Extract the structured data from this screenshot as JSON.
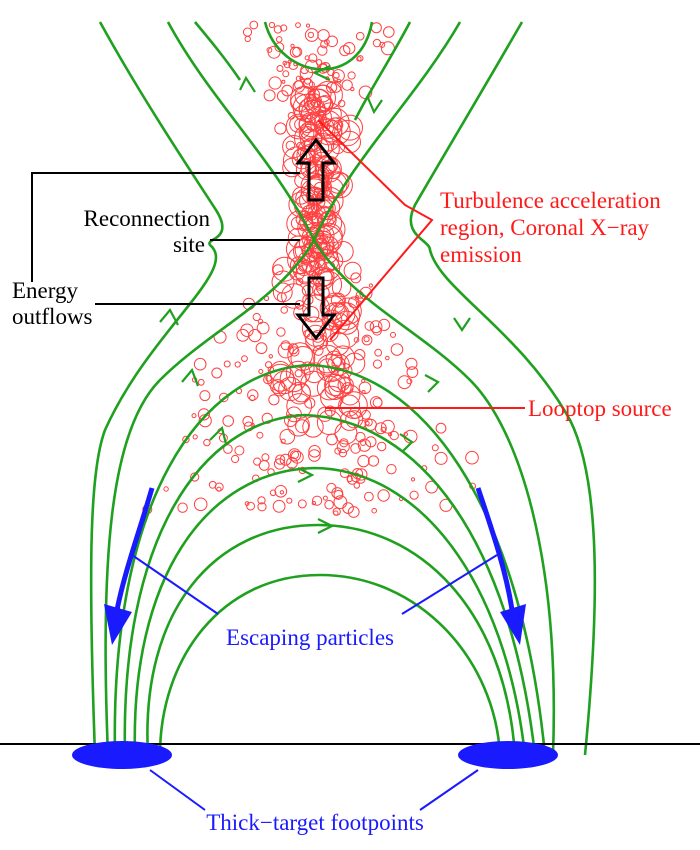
{
  "labels": {
    "reconnection_line1": "Reconnection",
    "reconnection_line2": "site",
    "energy_line1": "Energy",
    "energy_line2": "outflows",
    "turbulence_line1": "Turbulence acceleration",
    "turbulence_line2": "region, Coronal X−ray",
    "turbulence_line3": "emission",
    "looptop": "Looptop source",
    "escaping": "Escaping particles",
    "footpoints": "Thick−target footpoints"
  },
  "colors": {
    "field_lines": "#1fa01f",
    "particles": "#ff4040",
    "red_text": "#ff1a1a",
    "blue_text": "#1a1aff",
    "black_text": "#000000"
  }
}
